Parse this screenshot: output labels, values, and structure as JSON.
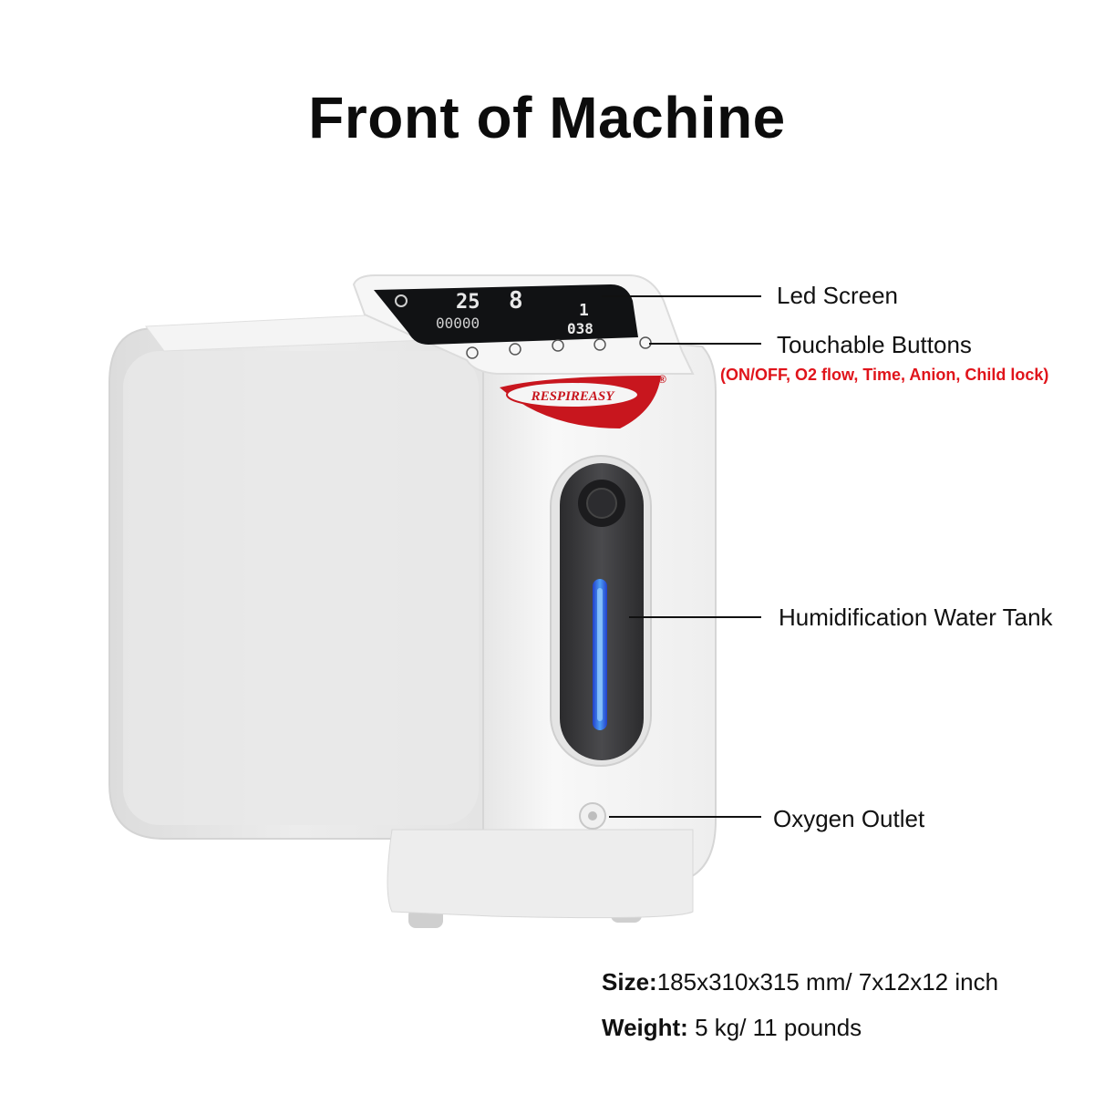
{
  "title": "Front of Machine",
  "colors": {
    "accent_red": "#e0141b",
    "body_white": "#f2f2f2",
    "tank_dark": "#3a3a3c",
    "tank_light": "#2f6bff",
    "logo_red": "#c8161e"
  },
  "device": {
    "brand": "RESPIREASY",
    "registered_mark": "®",
    "screen_readouts": {
      "main_value": "25",
      "flow_value": "8",
      "timer_value": "00000",
      "level_value": "1",
      "temp_value": "038"
    }
  },
  "callouts": {
    "led_screen": "Led Screen",
    "touch_buttons": "Touchable Buttons",
    "touch_buttons_detail": "(ON/OFF, O2 flow, Time, Anion, Child lock)",
    "water_tank": "Humidification Water Tank",
    "oxygen_outlet": "Oxygen Outlet"
  },
  "specs": {
    "size_label": "Size:",
    "size_value": "185x310x315 mm/ 7x12x12 inch",
    "weight_label": "Weight:",
    "weight_value": " 5 kg/ 11 pounds"
  }
}
